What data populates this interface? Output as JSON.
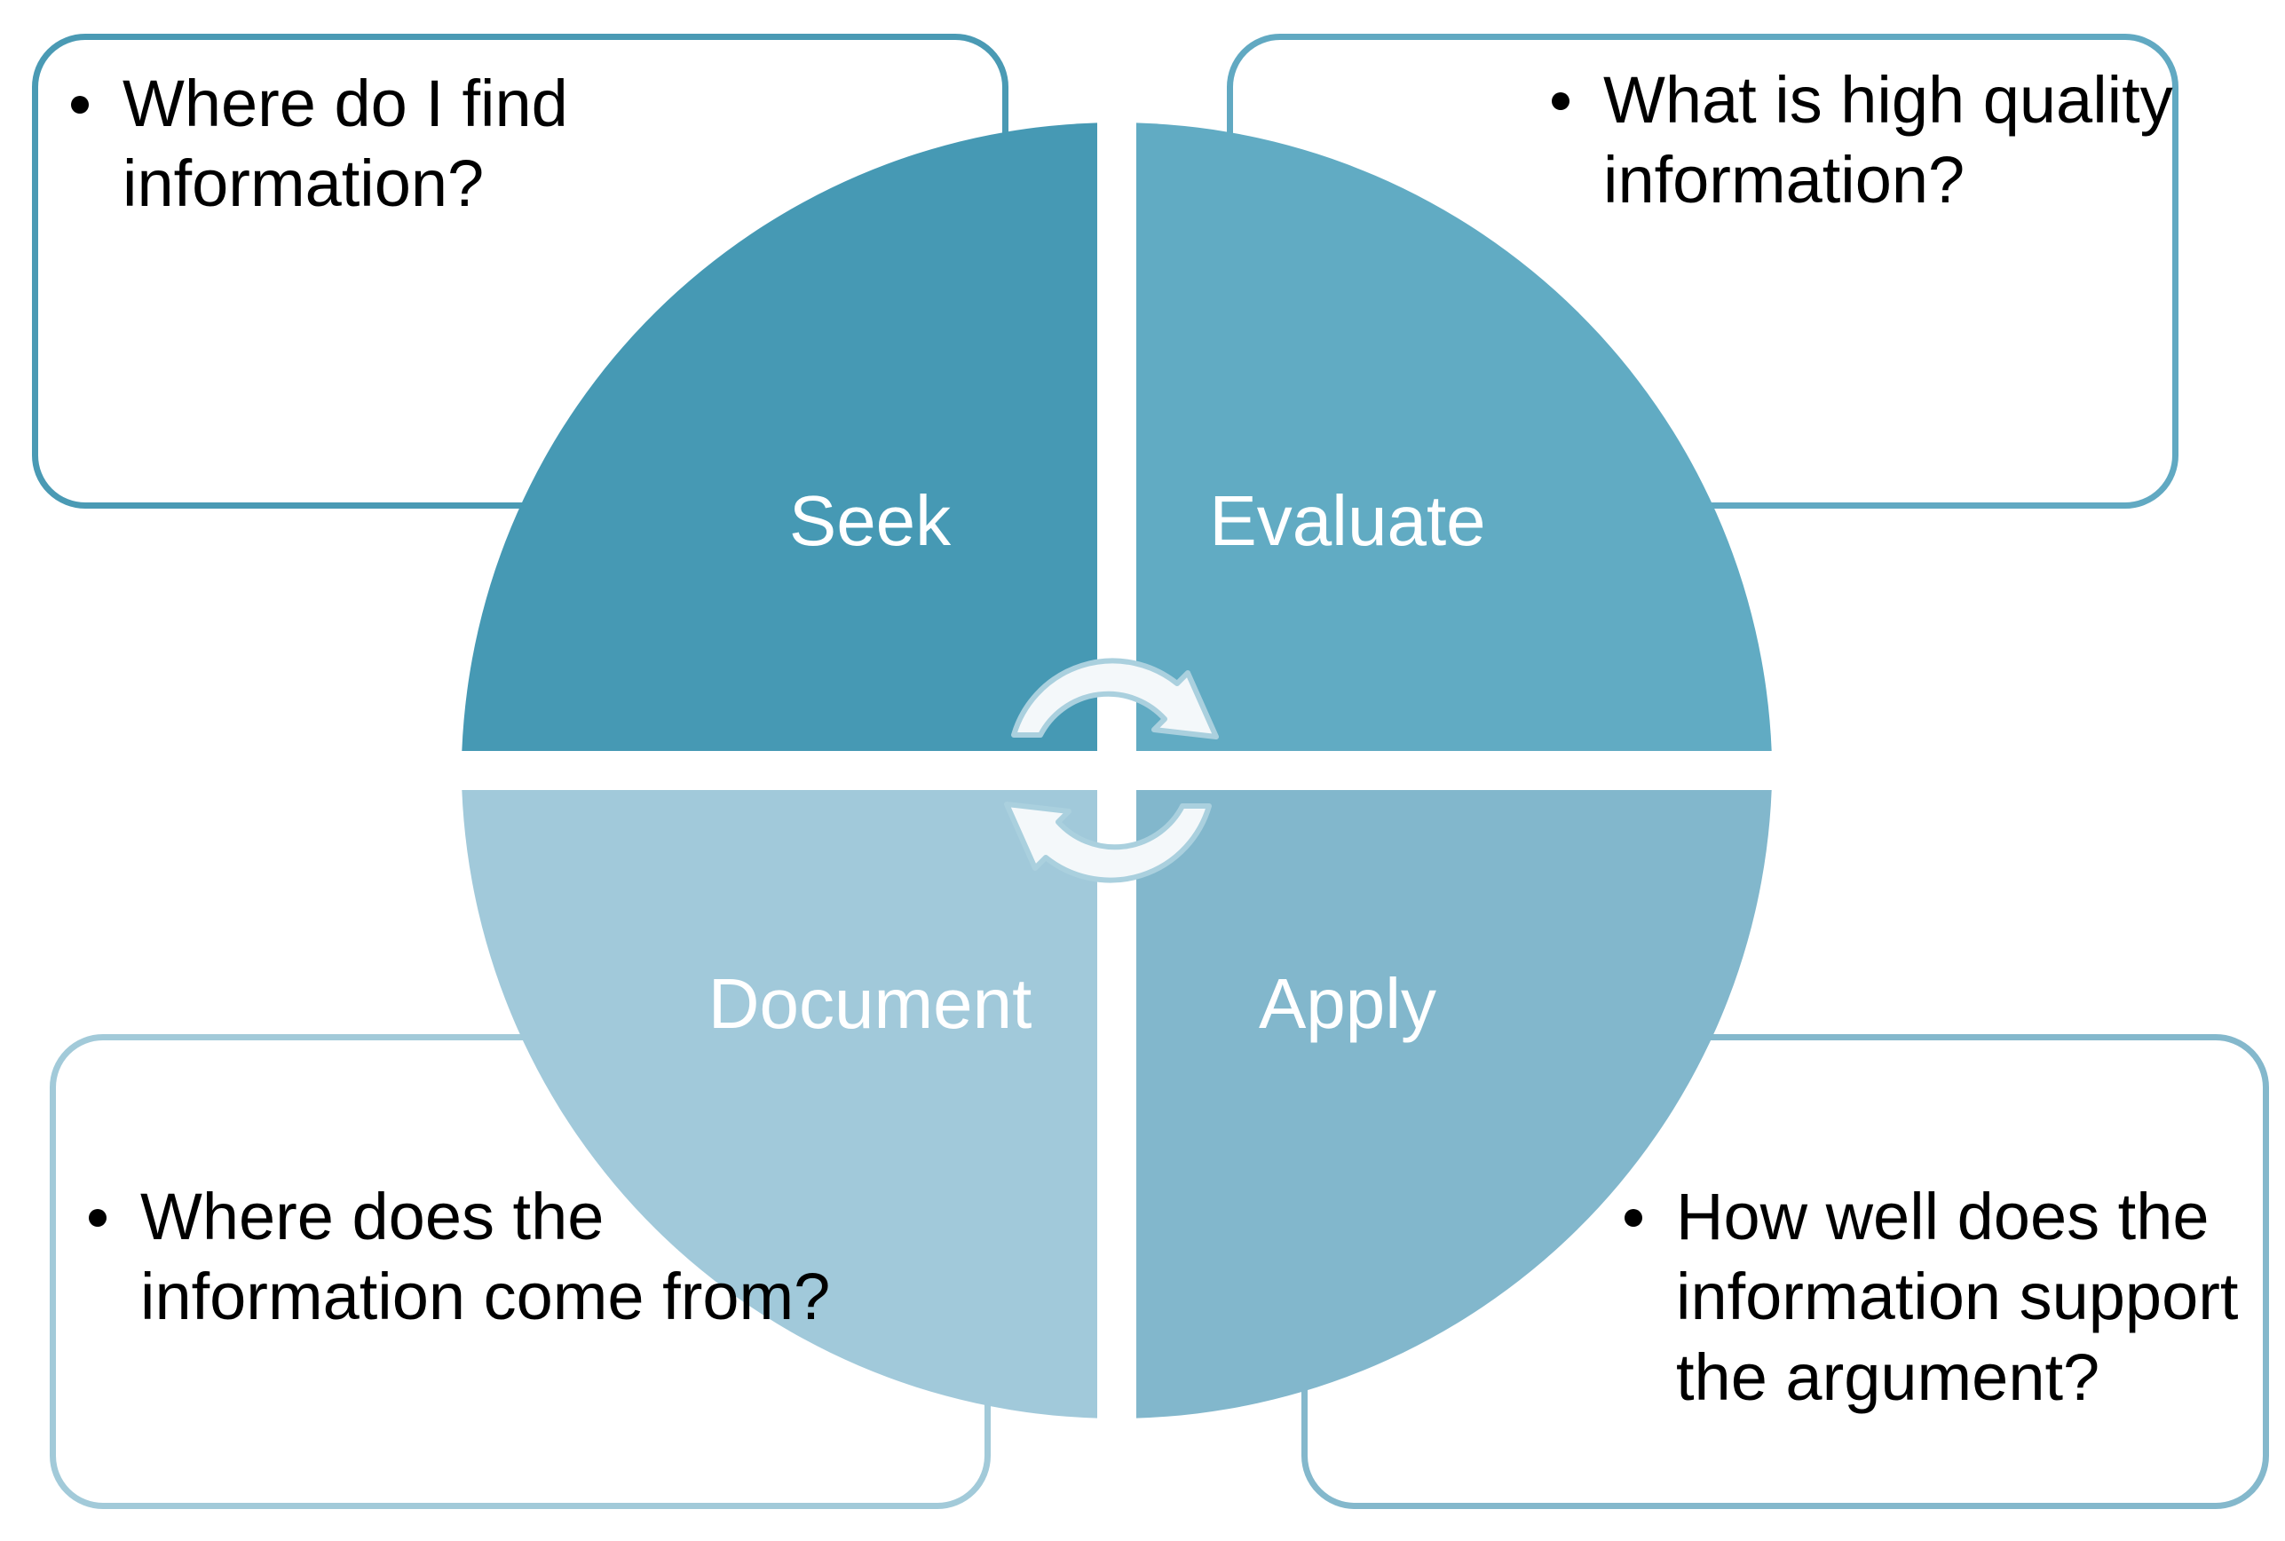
{
  "colors": {
    "seek": "#4699b4",
    "evaluate": "#61abc3",
    "document": "#a1c9da",
    "apply": "#82b7cc",
    "arrow_fill": "#f4f8fa",
    "arrow_stroke": "#aad0de"
  },
  "quadrants": [
    {
      "id": "seek",
      "label": "Seek"
    },
    {
      "id": "evaluate",
      "label": "Evaluate"
    },
    {
      "id": "document",
      "label": "Document"
    },
    {
      "id": "apply",
      "label": "Apply"
    }
  ],
  "callouts": {
    "seek": "Where do I find information?",
    "evaluate": "What is high quality information?",
    "document": "Where does the information come from?",
    "apply": "How well does the information support the argument?"
  },
  "icons": [
    "cycle-arrow-icon"
  ]
}
